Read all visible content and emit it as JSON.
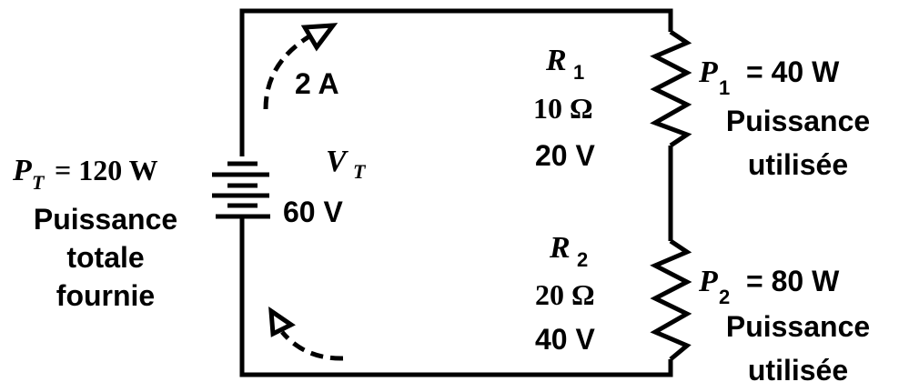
{
  "source": {
    "symbol": "P",
    "subscript": "T",
    "equation": "= 120 W",
    "caption": [
      "Puissance",
      "totale",
      "fournie"
    ],
    "voltage_symbol": "V",
    "voltage_subscript": "T",
    "voltage": "60 V"
  },
  "current": "2 A",
  "resistors": [
    {
      "symbol": "R",
      "subscript": "1",
      "resistance": "10 Ω",
      "voltage": "20 V",
      "power_symbol": "P",
      "power_subscript": "1",
      "power": "= 40 W",
      "caption": [
        "Puissance",
        "utilisée"
      ]
    },
    {
      "symbol": "R",
      "subscript": "2",
      "resistance": "20 Ω",
      "voltage": "40 V",
      "power_symbol": "P",
      "power_subscript": "2",
      "power": "= 80 W",
      "caption": [
        "Puissance",
        "utilisée"
      ]
    }
  ]
}
